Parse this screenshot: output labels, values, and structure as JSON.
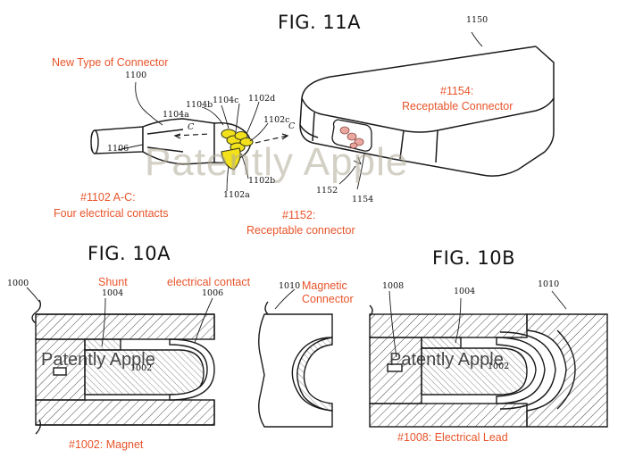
{
  "figures": {
    "fig11a": "FIG. 11A",
    "fig10a": "FIG. 10A",
    "fig10b": "FIG. 10B"
  },
  "fig11a": {
    "ref_1150": "1150",
    "ref_1100": "1100",
    "ref_1104b": "1104b",
    "ref_1104c": "1104c",
    "ref_1102d": "1102d",
    "ref_1104a": "1104a",
    "ref_1102c": "1102c",
    "ref_1106": "1106",
    "ref_1102b": "1102b",
    "ref_1102a": "1102a",
    "ref_1152": "1152",
    "ref_1154": "1154",
    "section_c_left": "C",
    "section_c_right": "C",
    "caption_new_connector": "New Type of Connector",
    "caption_1154_line1": "#1154:",
    "caption_1154_line2": "Receptable Connector",
    "caption_1102_line1": "#1102 A-C:",
    "caption_1102_line2": "Four electrical contacts",
    "caption_1152_line1": "#1152:",
    "caption_1152_line2": "Receptable connector"
  },
  "fig10a": {
    "ref_1000": "1000",
    "ref_1004": "1004",
    "ref_1006": "1006",
    "ref_1002": "1002",
    "ref_1010": "1010",
    "caption_shunt": "Shunt",
    "caption_contact": "electrical contact",
    "caption_magnetic_line1": "Magnetic",
    "caption_magnetic_line2": "Connector",
    "caption_magnet": "#1002: Magnet"
  },
  "fig10b": {
    "ref_1008": "1008",
    "ref_1004": "1004",
    "ref_1010": "1010",
    "ref_1002": "1002",
    "caption_lead": "#1008: Electrical Lead"
  },
  "watermark": "Patently Apple",
  "colors": {
    "caption": "#e8542a",
    "contacts_yellow": "#f3e21b",
    "contacts_outline": "#3a3a1a",
    "line": "#1a1a1a"
  }
}
